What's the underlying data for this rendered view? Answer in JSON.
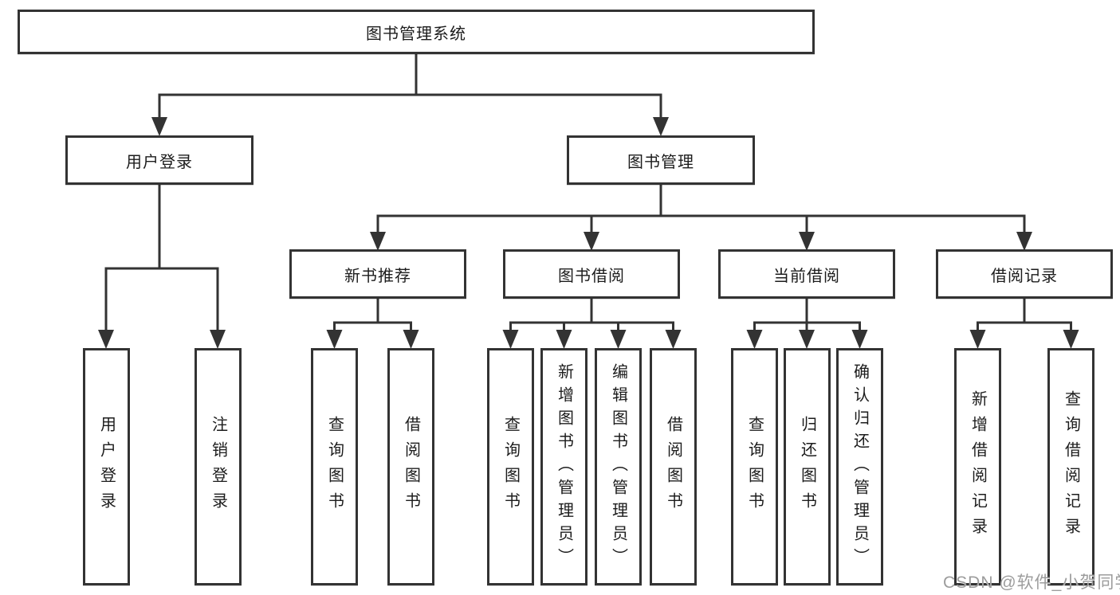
{
  "tree": {
    "root": {
      "label": "图书管理系统"
    },
    "branches": [
      {
        "label": "用户登录",
        "leaves": [
          "用户登录",
          "注销登录"
        ]
      },
      {
        "label": "图书管理",
        "children": [
          {
            "label": "新书推荐",
            "leaves": [
              "查询图书",
              "借阅图书"
            ]
          },
          {
            "label": "图书借阅",
            "leaves": [
              "查询图书",
              "新增图书（管理员）",
              "编辑图书（管理员）",
              "借阅图书"
            ]
          },
          {
            "label": "当前借阅",
            "leaves": [
              "查询图书",
              "归还图书",
              "确认归还（管理员）"
            ]
          },
          {
            "label": "借阅记录",
            "leaves": [
              "新增借阅记录",
              "查询借阅记录"
            ]
          }
        ]
      }
    ]
  },
  "watermark": {
    "text": "CSDN @软件_小贺同学"
  },
  "colors": {
    "line": "#333333",
    "box_border": "#333333",
    "text": "#1c1c1c",
    "watermark": "#9c9c9c",
    "background": "#ffffff"
  }
}
